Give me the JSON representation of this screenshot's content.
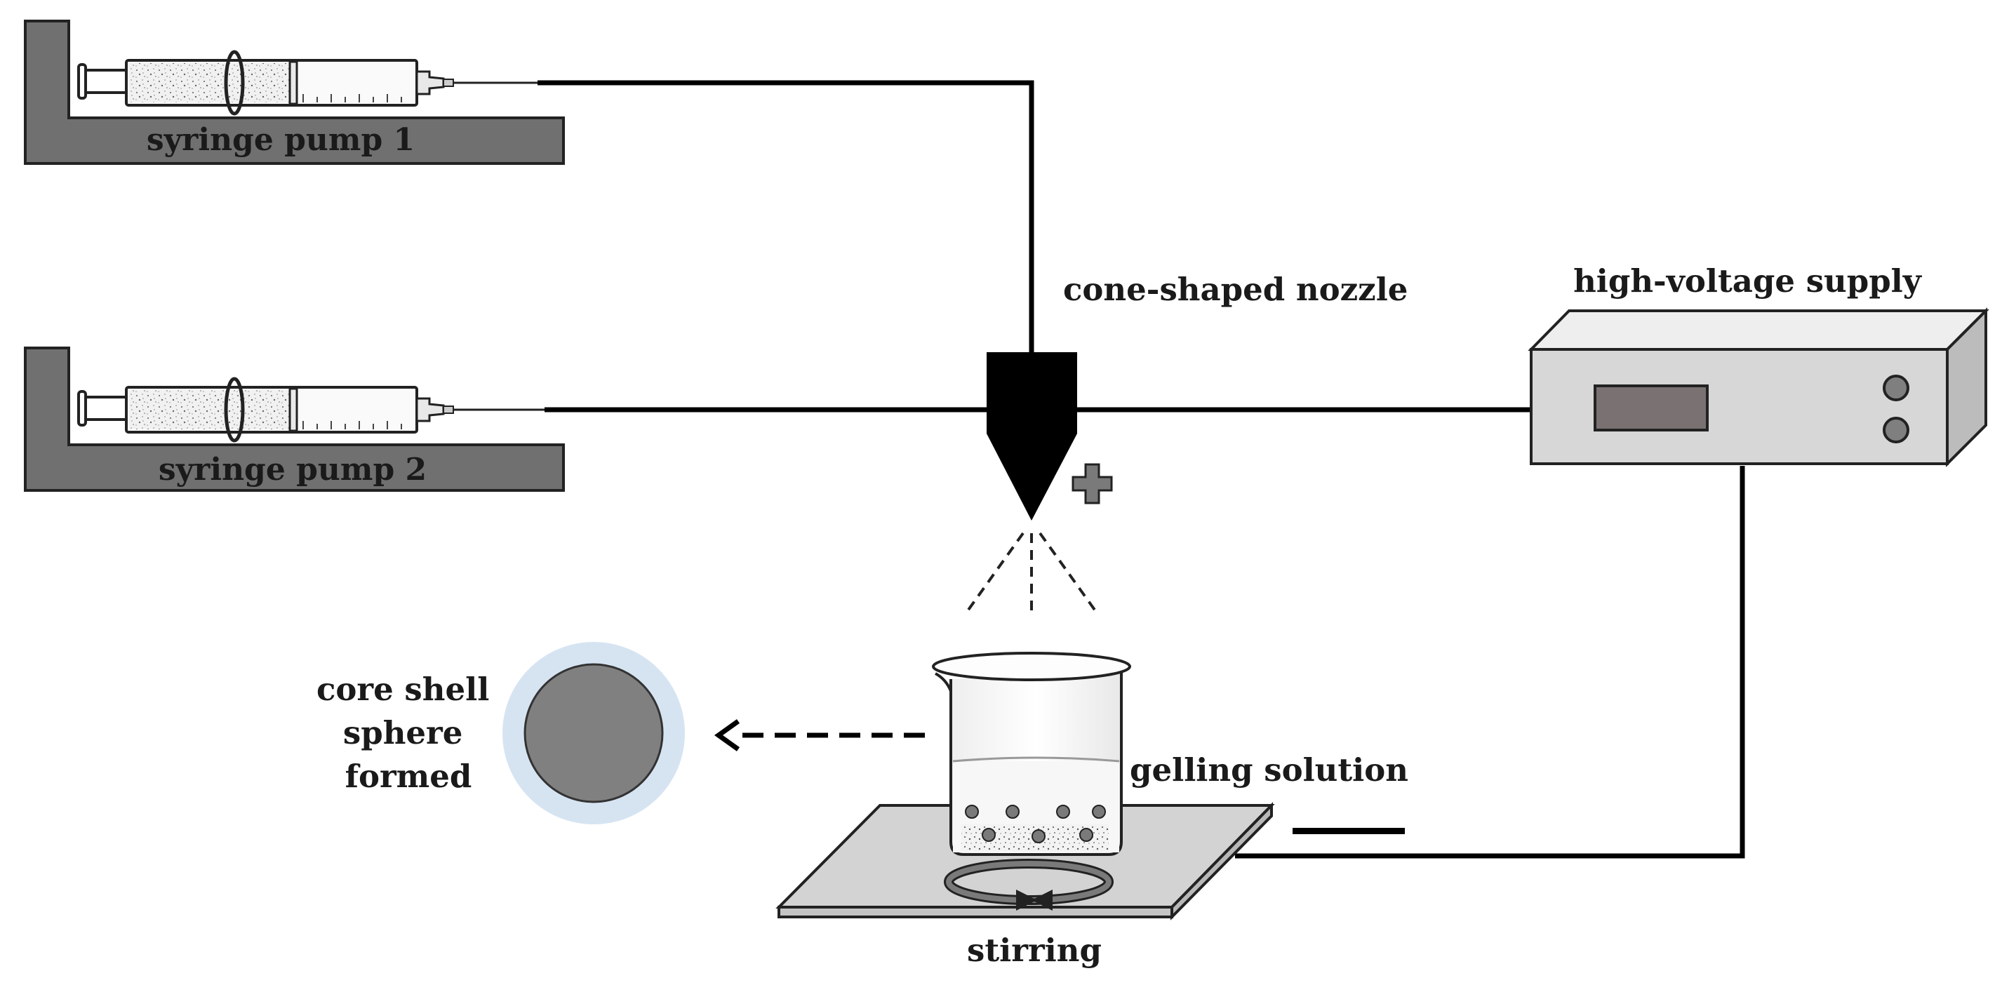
{
  "labels": {
    "pump1": "syringe pump 1",
    "pump2": "syringe pump 2",
    "nozzle": "cone-shaped nozzle",
    "supply": "high-voltage supply",
    "sphere": [
      "core shell",
      "sphere",
      "formed"
    ],
    "gelling": "gelling solution",
    "stirring": "stirring"
  },
  "colors": {
    "wire": "#000000",
    "stand": "#707070",
    "box_face": "#d7d7d7",
    "display": "#7a7272",
    "sphere_core": "#808080",
    "sphere_shell": "#d6e4f2",
    "plate": "#d3d3d3"
  },
  "icons": [
    "plus-sign-icon",
    "minus-sign-icon",
    "stirring-arrow-icon"
  ]
}
